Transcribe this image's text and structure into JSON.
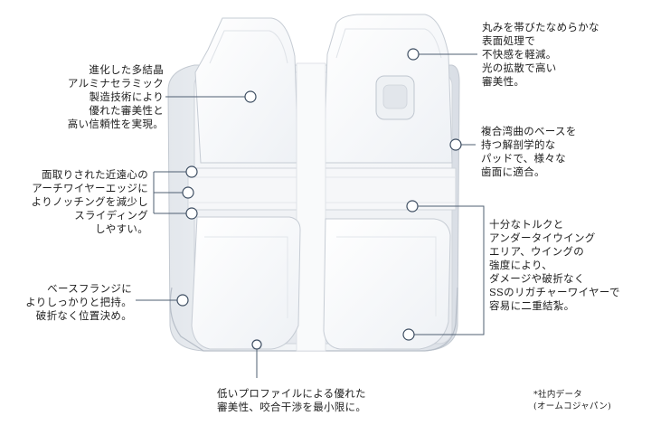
{
  "callouts": {
    "alumina": {
      "lines": [
        "進化した多結晶",
        "アルミナセラミック",
        "製造技術により",
        "優れた審美性と",
        "高い信頼性を実現。"
      ]
    },
    "chamfer": {
      "lines": [
        "面取りされた近遠心の",
        "アーチワイヤーエッジに",
        "よりノッチングを減少し",
        "スライディング",
        "しやすい。"
      ]
    },
    "flange": {
      "lines": [
        "ベースフランジに",
        "よりしっかりと把持。",
        "破折なく位置決め。"
      ]
    },
    "lowprofile": {
      "lines": [
        "低いプロファイルによる優れた",
        "審美性、咬合干渉を最小限に。"
      ]
    },
    "rounded": {
      "lines": [
        "丸みを帯びたなめらかな",
        "表面処理で",
        "不快感を軽減。",
        "光の拡散で高い",
        "審美性。"
      ]
    },
    "compound": {
      "lines": [
        "複合湾曲のベースを",
        "持つ解剖学的な",
        "パッドで、様々な",
        "歯面に適合。"
      ]
    },
    "torque": {
      "lines": [
        "十分なトルクと",
        "アンダータイウイング",
        "エリア、ウイングの",
        "強度により、",
        "ダメージや破折なく",
        "SSのリガチャーワイヤーで",
        "容易に二重結紮。"
      ]
    }
  },
  "footnote": {
    "lines": [
      "*社内データ",
      "(オームコジャパン)"
    ]
  },
  "colors": {
    "leader_line": "#4f5f72",
    "marker_stroke": "#3e4e62",
    "bracket_body": "#f2f4f7",
    "bracket_shadow": "#c9ced6"
  }
}
